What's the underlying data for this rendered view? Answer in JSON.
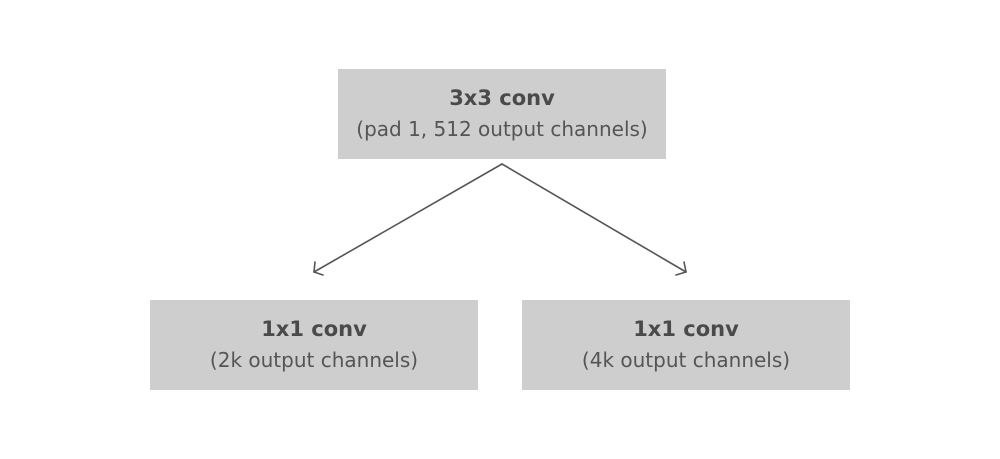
{
  "nodes": {
    "top": {
      "title": "3x3 conv",
      "subtitle": "(pad 1, 512 output channels)"
    },
    "left": {
      "title": "1x1 conv",
      "subtitle": "(2k output channels)"
    },
    "right": {
      "title": "1x1 conv",
      "subtitle": "(4k output channels)"
    }
  },
  "edges": [
    {
      "from": "top",
      "to": "left"
    },
    {
      "from": "top",
      "to": "right"
    }
  ],
  "colors": {
    "node_fill": "#cecece",
    "text": "#4a4a4a",
    "arrow": "#555555"
  }
}
